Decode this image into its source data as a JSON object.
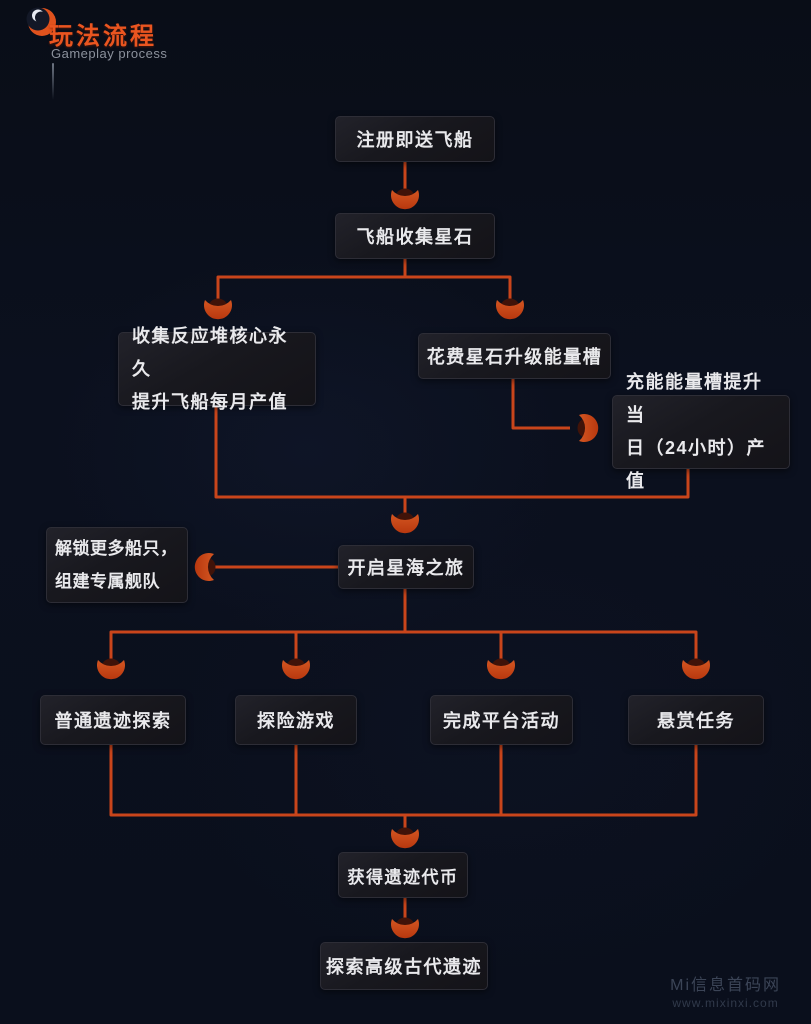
{
  "header": {
    "title": "玩法流程",
    "subtitle": "Gameplay process"
  },
  "nodes": {
    "register": "注册即送飞船",
    "collect_stones": "飞船收集星石",
    "reactor_core": "收集反应堆核心永久\n提升飞船每月产值",
    "upgrade_slot": "花费星石升级能量槽",
    "charge_slot": "充能能量槽提升当\n日（24小时）产值",
    "star_journey": "开启星海之旅",
    "unlock_ships": "解锁更多船只，\n组建专属舰队",
    "normal_ruins": "普通遗迹探索",
    "adventure_game": "探险游戏",
    "platform_events": "完成平台活动",
    "bounty_tasks": "悬赏任务",
    "ruin_tokens": "获得遗迹代币",
    "explore_ancient": "探索高级古代遗迹"
  },
  "watermark": {
    "site_name": "Mi信息首码网",
    "site_url": "www.mixinxi.com"
  },
  "colors": {
    "accent_line": "#c9451b",
    "arrow_bright": "#ef7433",
    "arrow_dark": "#b8380f",
    "title": "#ea5520",
    "background": "#0b101e",
    "node_background": "#18181e"
  }
}
